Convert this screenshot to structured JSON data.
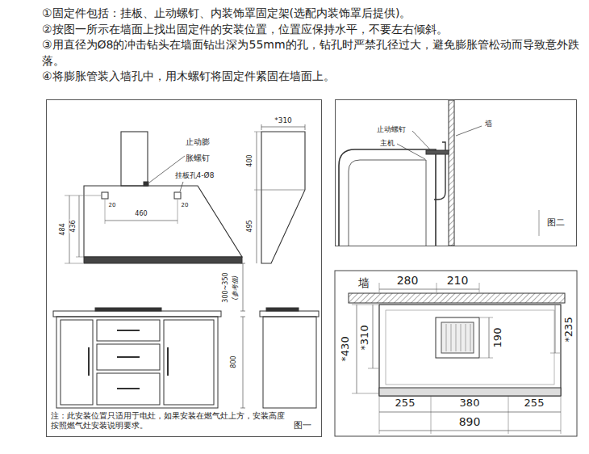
{
  "diagram": {
    "nodes": [
      {
        "text": [
          "注：此安装位置只适用于电灶，如果安装在燃气灶上方，安装高度按照燃气灶安装说明要求。",
          "图一"
        ]
      },
      {
        "text": [
          "图二"
        ]
      }
    ],
    "labels": [
      "①固定件包括：挂板、止动螺钉、内装饰罩固定架(选配内装饰罩后提供)。",
      "②按图一所示在墙面上找出固定件的安装位置，位置应保持水平，不要左右倾斜。",
      "③用直径为Ø8的冲击钻头在墙面钻出深为55mm的孔，钻孔时严禁孔径过大，避免膨胀管松动而导致意外跌落。",
      "④将膨胀管装入墙孔中，用木螺钉将固定件紧固在墙面上。",
      "*310",
      "止动膨胀螺钉",
      "挂板孔4-Ø8",
      "20",
      "20",
      "460",
      "484",
      "436",
      "400",
      "495",
      "300~350",
      "(参考值)",
      "800",
      "止动螺钉",
      "主机",
      "墙",
      "墙",
      "280",
      "210",
      "*430",
      "*310",
      "190",
      "*235",
      "255",
      "380",
      "255",
      "890"
    ]
  }
}
